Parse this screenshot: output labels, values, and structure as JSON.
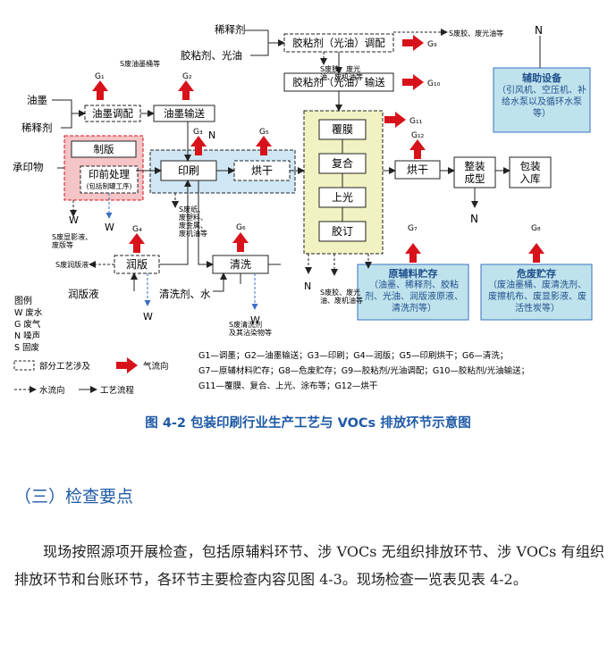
{
  "figure": {
    "caption": "图 4-2    包装印刷行业生产工艺与 VOCs 排放环节示意图",
    "inputs": {
      "ink": "油墨",
      "thinner": "稀释剂",
      "substrate": "承印物",
      "thinner_top": "稀释剂",
      "adhesive_varnish": "胶粘剂、光油",
      "dampening_fluid": "润版液",
      "cleaning_agent": "清洗剂、水"
    },
    "process": {
      "ink_mixing": "油墨调配",
      "ink_transfer": "油墨输送",
      "plate_making": "制版",
      "prepress": "印前处理",
      "prepress_note": "(包括制罐工序)",
      "printing": "印刷",
      "print_drying": "烘干",
      "dampening": "润版",
      "cleaning": "清洗",
      "adhesive_mixing": "胶粘剂（光油）调配",
      "adhesive_transfer": "胶粘剂（光油）输送",
      "laminating": "覆膜",
      "compounding": "复合",
      "varnishing": "上光",
      "binding": "胶订",
      "final_drying": "烘干",
      "forming": "整装\n成型",
      "packaging": "包装\n入库"
    },
    "markers": {
      "g1": "G₁",
      "g2": "G₂",
      "g3": "G₃",
      "g4": "G₄",
      "g5": "G₅",
      "g6": "G₆",
      "g7": "G₇",
      "g8": "G₈",
      "g9": "G₉",
      "g10": "G₁₀",
      "g11": "G₁₁",
      "g12": "G₁₂",
      "n": "N",
      "w": "W"
    },
    "waste_notes": {
      "s_waste_ink_bucket": "S废油墨桶等",
      "s_adhesive_top": "S废胶、废光油等",
      "s_adhesive_mid": "S废胶、废光\n油、废机油等",
      "s_print": "S废纸、\n废塑料、\n废金属、\n废机油等",
      "s_developer": "S废显影液、\n废版等",
      "s_dampening": "S废润版液",
      "s_cleaning": "S废清洗剂\n及其沾染物等"
    },
    "aux": {
      "title": "辅助设备",
      "body": "（引风机、空压机、补给水泵以及循环水泵等）"
    },
    "raw_storage": {
      "title": "原辅料贮存",
      "body": "（油墨、稀释剂、胶粘剂、光油、润版液原液、清洗剂等）"
    },
    "hazard_storage": {
      "title": "危废贮存",
      "body": "（废油墨桶、废清洗剂、废擦机布、废显影液、废活性炭等）"
    },
    "legend": {
      "title": "图例",
      "w": "W 废水",
      "g": "G 废气",
      "n": "N 噪声",
      "s": "S 固废",
      "partial": "部分工艺涉及",
      "gas_flow": "气流向",
      "water_flow": "水流向",
      "process_flow": "工艺流程"
    },
    "key": [
      "G1—调墨；G2—油墨输送；G3—印刷；G4—润版；G5—印刷烘干；G6—清洗；",
      "G7—原辅材料贮存；G8—危废贮存；G9—胶粘剂/光油调配；G10—胶粘剂/光油输送；",
      "G11—覆膜、复合、上光、涂布等；G12—烘干"
    ]
  },
  "section_title": "（三）检查要点",
  "paragraph": "现场按照源项开展检查，包括原辅料环节、涉 VOCs 无组织排放环节、涉 VOCs 有组织排放环节和台账环节，各环节主要检查内容见图 4-3。现场检查一览表见表 4-2。"
}
